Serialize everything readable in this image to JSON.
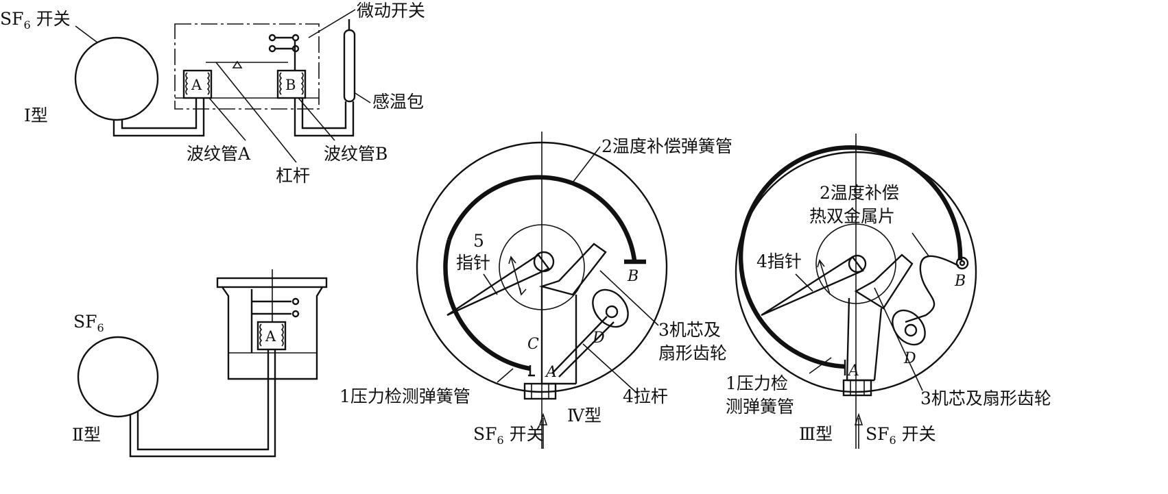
{
  "labels": {
    "sf6_switch": "SF",
    "sf6_sub": "6",
    "switch_suffix": " 开关",
    "micro_switch": "微动开关",
    "temp_bulb": "感温包",
    "bellows_a": "波纹管A",
    "lever": "杠杆",
    "bellows_b": "波纹管B",
    "type_1": "Ⅰ型",
    "box_a": "A",
    "box_b": "B",
    "type_2": "Ⅱ型",
    "sf6_2": "SF",
    "sf6_2_sub": "6",
    "g4_temp_tube": "2温度补偿弹簧管",
    "g4_pointer_num": "5",
    "g4_pointer": "指针",
    "g4_core_1": "3机芯及",
    "g4_core_2": "扇形齿轮",
    "g4_pull_rod": "4拉杆",
    "g4_pressure_tube": "1压力检测弹簧管",
    "g4_type": "Ⅳ型",
    "g3_temp_1": "2温度补偿",
    "g3_temp_2": "热双金属片",
    "g3_pointer": "4指针",
    "g3_pressure_1": "1压力检",
    "g3_pressure_2": "测弹簧管",
    "g3_type": "Ⅲ型",
    "g3_core": "3机芯及扇形齿轮",
    "pt_A": "A",
    "pt_B": "B",
    "pt_C": "C",
    "pt_D": "D"
  }
}
